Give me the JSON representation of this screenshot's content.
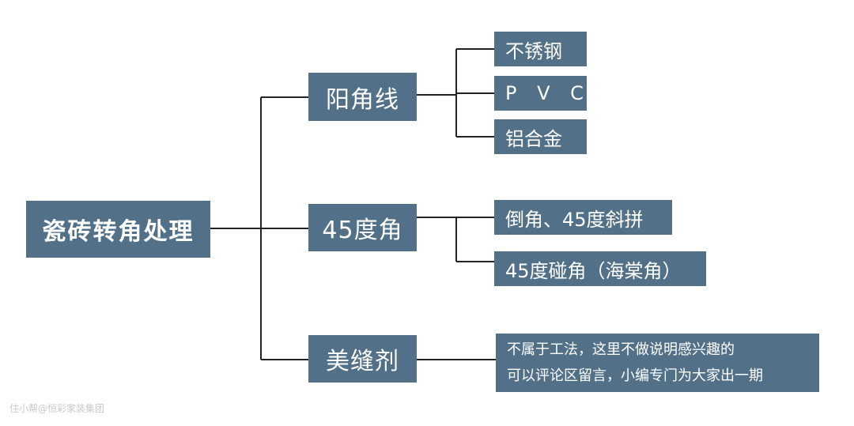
{
  "root": {
    "label": "瓷砖转角处理"
  },
  "branches": [
    {
      "label": "阳角线",
      "children": [
        "不锈钢",
        "P V C",
        "铝合金"
      ]
    },
    {
      "label": "45度角",
      "children": [
        "倒角、45度斜拼",
        "45度碰角（海棠角）"
      ]
    },
    {
      "label": "美缝剂",
      "note": [
        "不属于工法，这里不做说明感兴趣的",
        "可以评论区留言，小编专门为大家出一期"
      ]
    }
  ],
  "watermark": "住小帮@恒彩家装集团",
  "colors": {
    "box_fill": "#527189",
    "box_text": "#ffffff",
    "line": "#222222"
  }
}
